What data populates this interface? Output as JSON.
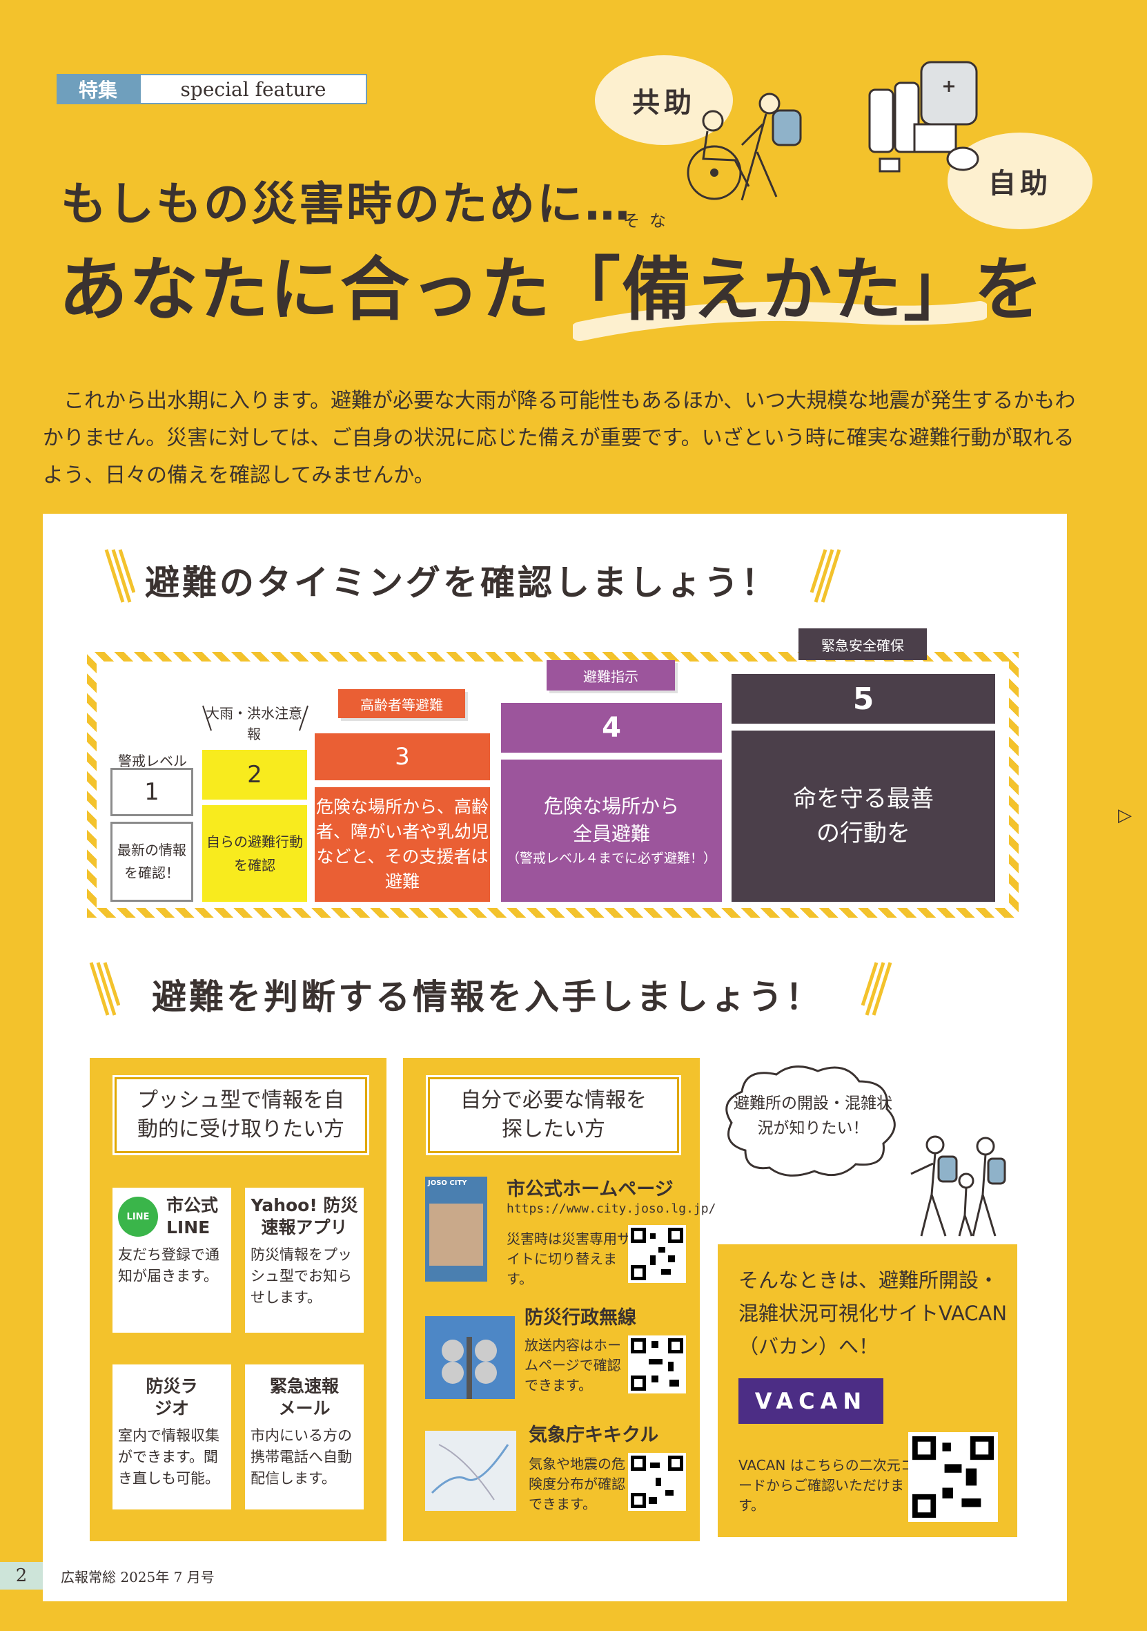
{
  "tag": {
    "jp": "特集",
    "en": "special feature"
  },
  "bubbles": {
    "kyojo": "共助",
    "jijo": "自助"
  },
  "title": {
    "line1": "もしもの災害時のために…",
    "line2": "あなたに合った「備えかた」を",
    "ruby": "そな"
  },
  "intro": "　これから出水期に入ります。避難が必要な大雨が降る可能性もあるほか、いつ大規模な地震が発生するかもわかりません。災害に対しては、ご自身の状況に応じた備えが重要です。いざという時に確実な避難行動が取れるよう、日々の備えを確認してみませんか。",
  "section1": {
    "title": "避難のタイミングを確認しましょう！"
  },
  "levels": {
    "lv1": {
      "label": "警戒レベル",
      "num": "1",
      "desc": "最新の情報を確認！"
    },
    "lv2": {
      "label": "大雨・洪水注意報",
      "num": "2",
      "desc": "自らの避難行動を確認"
    },
    "lv3": {
      "label": "高齢者等避難",
      "num": "3",
      "desc": "危険な場所から、高齢者、障がい者や乳幼児などと、その支援者は避難"
    },
    "lv4": {
      "label": "避難指示",
      "num": "4",
      "desc": "危険な場所から全員避難",
      "note": "（警戒レベル４までに必ず避難！）"
    },
    "lv5": {
      "label": "緊急安全確保",
      "num": "5",
      "desc": "命を守る最善の行動を"
    }
  },
  "section2": {
    "title": "避難を判断する情報を入手しましょう！"
  },
  "push": {
    "heading": "プッシュ型で情報を自動的に受け取りたい方",
    "line": {
      "icon": "LINE",
      "title": "市公式LINE",
      "text": "友だち登録で通知が届きます。"
    },
    "yahoo": {
      "title": "Yahoo! 防災速報アプリ",
      "text": "防災情報をプッシュ型でお知らせします。"
    },
    "radio": {
      "title": "防災ラジオ",
      "text": "室内で情報収集ができます。聞き直しも可能。"
    },
    "mail": {
      "title": "緊急速報メール",
      "text": "市内にいる方の携帯電話へ自動配信します。"
    }
  },
  "search": {
    "heading": "自分で必要な情報を探したい方",
    "hp": {
      "title": "市公式ホームページ",
      "url": "https://www.city.joso.lg.jp/",
      "text": "災害時は災害専用サイトに切り替えます。",
      "thumb_label": "JOSO CITY"
    },
    "musen": {
      "title": "防災行政無線",
      "text": "放送内容はホームページで確認できます。"
    },
    "kikikuru": {
      "title": "気象庁キキクル",
      "text": "気象や地震の危険度分布が確認できます。"
    }
  },
  "vacan": {
    "bubble": "避難所の開設・混雑状況が知りたい！",
    "text": "そんなときは、避難所開設・混雑状況可視化サイトVACAN（バカン）へ！",
    "logo": "VACAN",
    "small": "VACAN はこちらの二次元コードからご確認いただけます。"
  },
  "footer": {
    "page": "2",
    "text": "広報常総 2025年 7 月号"
  },
  "nav": {
    "arrow": "▷"
  },
  "colors": {
    "background": "#f3c22c",
    "level2": "#f8eb1e",
    "level3": "#ea5f34",
    "level4": "#9c559c",
    "level5": "#4b3f4a",
    "vacan": "#4c2d85",
    "tag": "#6f9fbd"
  }
}
